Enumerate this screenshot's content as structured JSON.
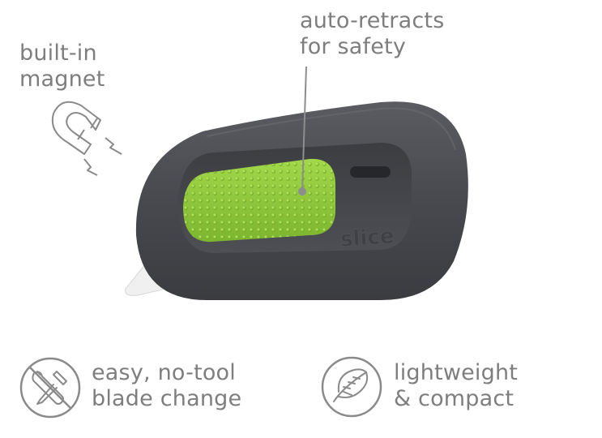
{
  "callouts": {
    "magnet": {
      "line1": "built-in",
      "line2": "magnet"
    },
    "retract": {
      "line1": "auto-retracts",
      "line2": "for safety"
    }
  },
  "product": {
    "brand": "slice",
    "body_color": "#4a4c51",
    "slider_color": "#8dc63f",
    "blade_color": "#eeeeee"
  },
  "features": [
    {
      "icon": "no-tool-icon",
      "line1": "easy, no-tool",
      "line2": "blade change"
    },
    {
      "icon": "feather-icon",
      "line1": "lightweight",
      "line2": "& compact"
    }
  ],
  "icons": {
    "magnet": "magnet-icon",
    "no_tool": "no-tool-icon",
    "feather": "feather-icon"
  }
}
